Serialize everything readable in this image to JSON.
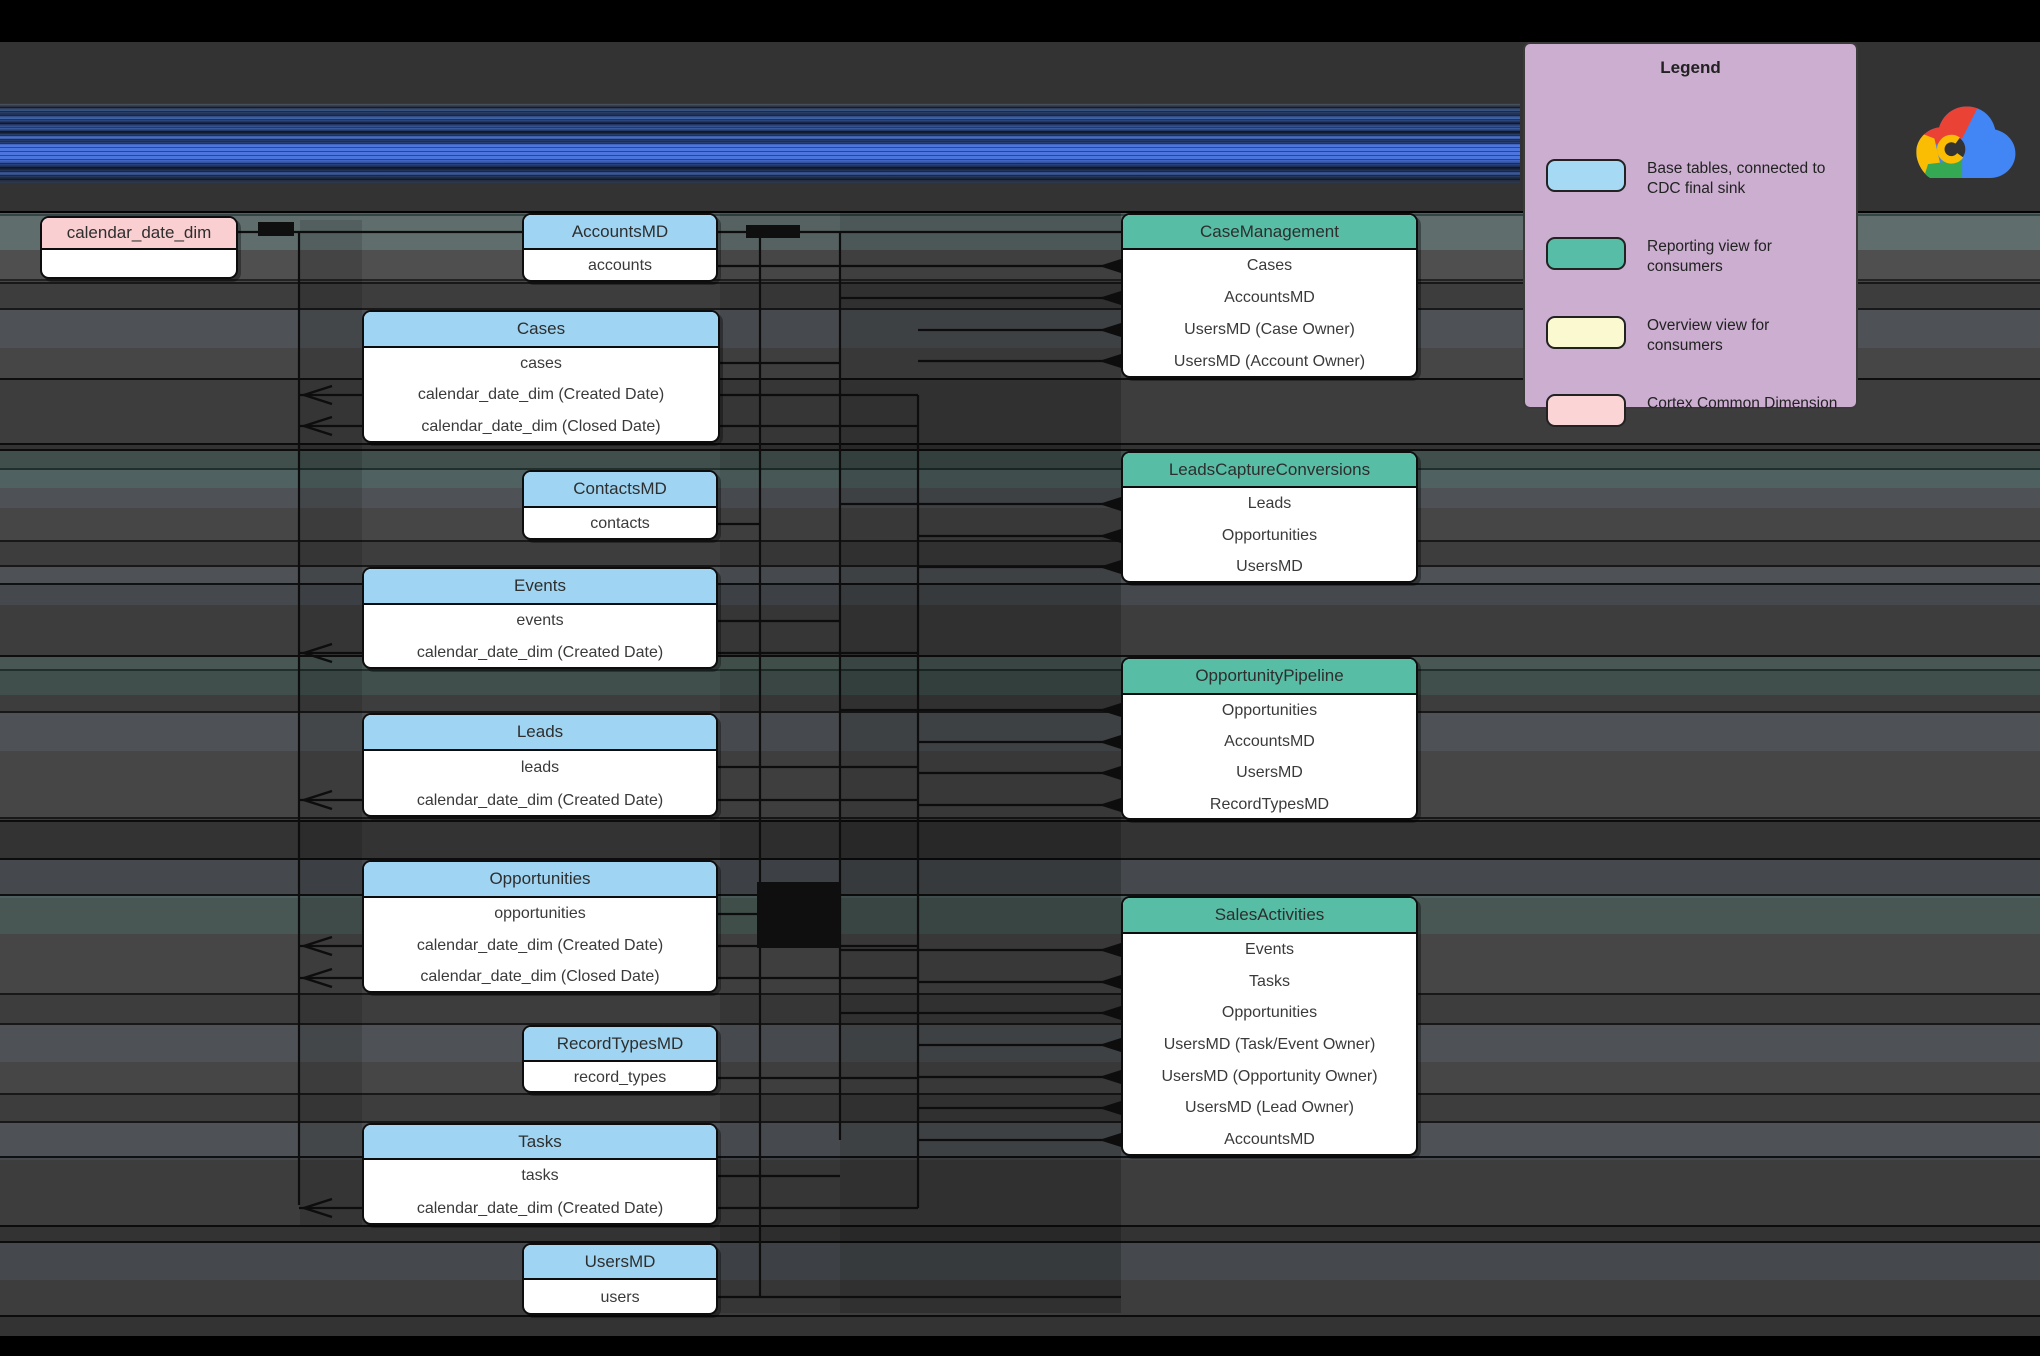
{
  "diagram": {
    "tables": [
      {
        "id": "calendar_date_dim",
        "title": "calendar_date_dim",
        "type": "common_dimension",
        "rows": []
      },
      {
        "id": "accounts_md",
        "title": "AccountsMD",
        "type": "base",
        "rows": [
          "accounts"
        ]
      },
      {
        "id": "cases",
        "title": "Cases",
        "type": "base",
        "rows": [
          "cases",
          "calendar_date_dim (Created Date)",
          "calendar_date_dim (Closed Date)"
        ]
      },
      {
        "id": "contacts_md",
        "title": "ContactsMD",
        "type": "base",
        "rows": [
          "contacts"
        ]
      },
      {
        "id": "events",
        "title": "Events",
        "type": "base",
        "rows": [
          "events",
          "calendar_date_dim (Created Date)"
        ]
      },
      {
        "id": "leads",
        "title": "Leads",
        "type": "base",
        "rows": [
          "leads",
          "calendar_date_dim (Created Date)"
        ]
      },
      {
        "id": "opportunities",
        "title": "Opportunities",
        "type": "base",
        "rows": [
          "opportunities",
          "calendar_date_dim (Created Date)",
          "calendar_date_dim (Closed Date)"
        ]
      },
      {
        "id": "record_types_md",
        "title": "RecordTypesMD",
        "type": "base",
        "rows": [
          "record_types"
        ]
      },
      {
        "id": "tasks",
        "title": "Tasks",
        "type": "base",
        "rows": [
          "tasks",
          "calendar_date_dim (Created Date)"
        ]
      },
      {
        "id": "users_md",
        "title": "UsersMD",
        "type": "base",
        "rows": [
          "users"
        ]
      },
      {
        "id": "case_management",
        "title": "CaseManagement",
        "type": "reporting",
        "rows": [
          "Cases",
          "AccountsMD",
          "UsersMD (Case Owner)",
          "UsersMD (Account Owner)"
        ]
      },
      {
        "id": "leads_capture_conversions",
        "title": "LeadsCaptureConversions",
        "type": "reporting",
        "rows": [
          "Leads",
          "Opportunities",
          "UsersMD"
        ]
      },
      {
        "id": "opportunity_pipeline",
        "title": "OpportunityPipeline",
        "type": "reporting",
        "rows": [
          "Opportunities",
          "AccountsMD",
          "UsersMD",
          "RecordTypesMD"
        ]
      },
      {
        "id": "sales_activities",
        "title": "SalesActivities",
        "type": "reporting",
        "rows": [
          "Events",
          "Tasks",
          "Opportunities",
          "UsersMD (Task/Event Owner)",
          "UsersMD (Opportunity Owner)",
          "UsersMD (Lead Owner)",
          "AccountsMD"
        ]
      }
    ]
  },
  "legend": {
    "title": "Legend",
    "items": [
      {
        "label": "Base tables, connected to CDC final sink",
        "color": "#a6d9f3",
        "type": "base"
      },
      {
        "label": "Reporting view for consumers",
        "color": "#58bda6",
        "type": "reporting"
      },
      {
        "label": "Overview view for consumers",
        "color": "#fbf9cf",
        "type": "overview"
      },
      {
        "label": "Cortex Common Dimension",
        "color": "#fbd5d6",
        "type": "common_dimension"
      }
    ]
  },
  "logo": {
    "name": "google-cloud-logo",
    "colors": {
      "red": "#EA4335",
      "yellow": "#FBBC04",
      "green": "#34A853",
      "blue": "#4285F4"
    }
  },
  "colors": {
    "background": "#333333",
    "base_header": "#9fd5f2",
    "reporting_header": "#57bda5",
    "common_dimension_header": "#f9cfd1",
    "legend_background": "#cbaed0",
    "connector": "#0d0d0d",
    "redacted_band_core": "#4d76e0"
  }
}
